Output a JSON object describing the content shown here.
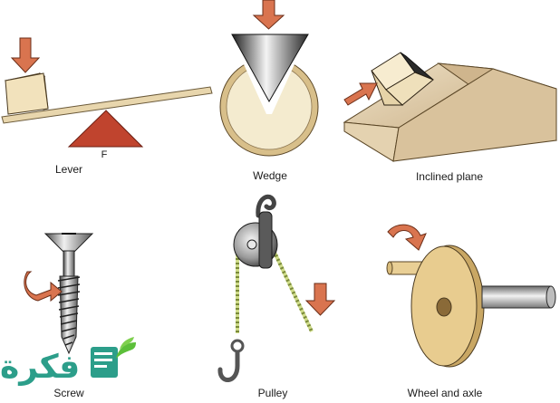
{
  "labels": {
    "lever": "Lever",
    "fulcrum": "F",
    "wedge": "Wedge",
    "inclined_plane": "Inclined plane",
    "screw": "Screw",
    "pulley": "Pulley",
    "wheel_and_axle": "Wheel and axle"
  },
  "watermark": {
    "text": "فكرة"
  },
  "colors": {
    "arrow": "#d9744f",
    "arrow_stroke": "#6b2e18",
    "block": "#f2e2bc",
    "plank": "#e8d6ad",
    "fulcrum": "#c0442e",
    "ramp": "#dcc8a7",
    "metal_dark": "#3a3a3a",
    "metal_light": "#d9d9d9",
    "rope": "#cfdc8a",
    "watermark": "#2c9e8a"
  }
}
